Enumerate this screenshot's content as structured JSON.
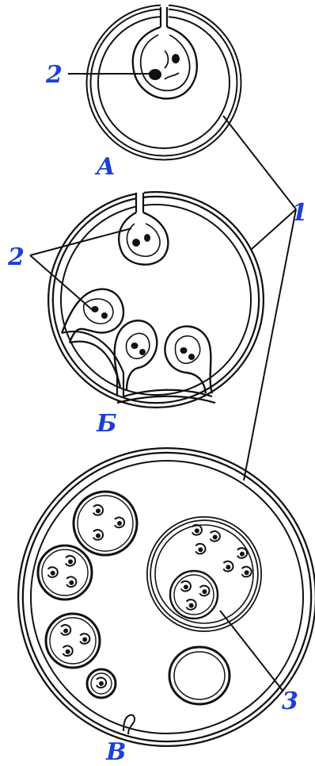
{
  "figure": {
    "panel_labels": {
      "a": "A",
      "b": "Б",
      "v": "В"
    },
    "callouts": {
      "one": "1",
      "two_a": "2",
      "two_b": "2",
      "three": "3"
    },
    "colors": {
      "ink": "#111111",
      "label": "#1c3fd6",
      "paper": "#ffffff"
    }
  }
}
